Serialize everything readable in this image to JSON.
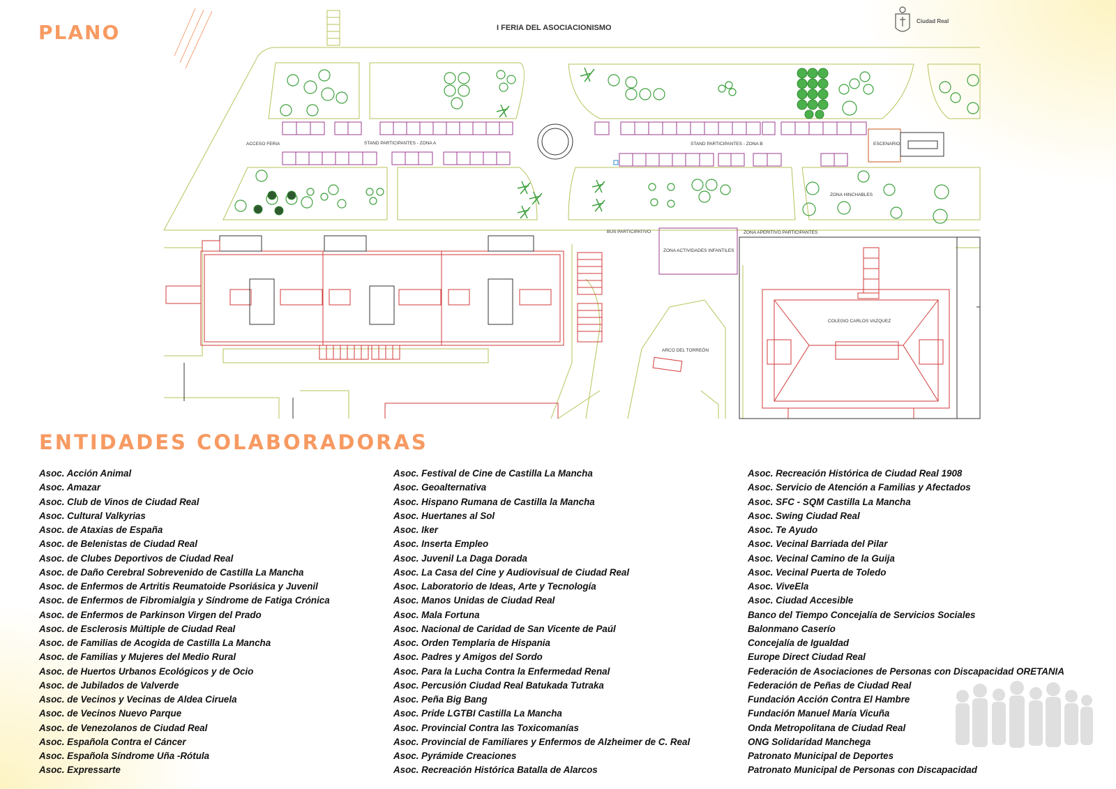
{
  "plano_heading": "PLANO",
  "entidades_heading": "ENTIDADES COLABORADORAS",
  "map": {
    "title": "I FERIA DEL ASOCIACIONISMO",
    "logo_text": "Ciudad Real",
    "logo_icon": "city-crest-icon",
    "labels": {
      "acceso_feria": "ACCESO FERIA",
      "stand_zona_a": "STAND PARTICIPANTES - ZONA A",
      "stand_zona_b": "STAND PARTICIPANTES - ZONA B",
      "escenario": "ESCENARIO",
      "zona_hinchables": "ZONA HINCHABLES",
      "bus_participativo": "BUS PARTICIPATIVO",
      "zona_aperitivo": "ZONA APERITIVO PARTICIPANTES",
      "zona_actividades": "ZONA ACTIVIDADES INFANTILES",
      "colegio": "COLEGIO CARLOS VAZQUEZ",
      "arco_torreon": "ARCO DEL TORREÓN"
    }
  },
  "colors": {
    "accent": "#f79a62",
    "stand": "#9b3b8f",
    "building": "#d23a3a",
    "street": "#b8c25a",
    "tree": "#3ca03c"
  },
  "entidades": {
    "col1": [
      "Asoc. Acción Animal",
      "Asoc. Amazar",
      "Asoc. Club de Vinos de Ciudad Real",
      "Asoc. Cultural Valkyrias",
      "Asoc. de Ataxias de España",
      "Asoc. de Belenistas de Ciudad Real",
      "Asoc. de Clubes Deportivos de Ciudad Real",
      "Asoc. de Daño Cerebral Sobrevenido de Castilla La Mancha",
      "Asoc. de Enfermos de Artritis Reumatoide Psoriásica y Juvenil",
      "Asoc. de Enfermos de Fibromialgia y Síndrome de Fatiga Crónica",
      "Asoc. de Enfermos de Parkinson Virgen del Prado",
      "Asoc. de Esclerosis Múltiple de Ciudad Real",
      "Asoc. de Familias de Acogida de Castilla La Mancha",
      "Asoc. de Familias y Mujeres del Medio Rural",
      "Asoc. de Huertos Urbanos Ecológicos y de Ocio",
      "Asoc. de Jubilados de Valverde",
      "Asoc. de Vecinos y Vecinas de Aldea Ciruela",
      "Asoc. de Vecinos Nuevo Parque",
      "Asoc. de Venezolanos de Ciudad Real",
      "Asoc. Española Contra el Cáncer",
      "Asoc. Española Síndrome Uña -Rótula",
      "Asoc. Expressarte"
    ],
    "col2": [
      "Asoc. Festival de Cine de Castilla La Mancha",
      "Asoc. Geoalternativa",
      "Asoc. Hispano Rumana de Castilla la Mancha",
      "Asoc. Huertanes al Sol",
      "Asoc. Iker",
      "Asoc. Inserta Empleo",
      "Asoc. Juvenil La Daga Dorada",
      "Asoc. La Casa del Cine y Audiovisual de Ciudad Real",
      "Asoc. Laboratorio de Ideas, Arte y Tecnología",
      "Asoc. Manos Unidas de Ciudad Real",
      "Asoc. Mala Fortuna",
      "Asoc. Nacional de Caridad de San Vicente de Paúl",
      "Asoc. Orden Templaria de Hispania",
      "Asoc. Padres y Amigos del Sordo",
      "Asoc. Para la Lucha Contra la Enfermedad Renal",
      "Asoc. Percusión Ciudad Real Batukada Tutraka",
      "Asoc. Peña Big Bang",
      "Asoc. Pride LGTBI Castilla La Mancha",
      "Asoc. Provincial Contra las Toxicomanías",
      "Asoc. Provincial de Familiares y Enfermos de Alzheimer de C. Real",
      "Asoc. Pyrámide Creaciones",
      "Asoc. Recreación Histórica Batalla de Alarcos"
    ],
    "col3": [
      "Asoc. Recreación Histórica de Ciudad Real 1908",
      "Asoc. Servicio de Atención a Familias y Afectados",
      "Asoc. SFC - SQM Castilla La Mancha",
      "Asoc. Swing Ciudad Real",
      "Asoc. Te Ayudo",
      "Asoc. Vecinal Barriada del Pilar",
      "Asoc. Vecinal Camino de la Guija",
      "Asoc. Vecinal Puerta de Toledo",
      "Asoc. ViveEla",
      "Asoc. Ciudad Accesible",
      "Banco del Tiempo Concejalía de Servicios Sociales",
      "Balonmano Caserío",
      "Concejalía de Igualdad",
      "Europe Direct Ciudad Real",
      "Federación de Asociaciones de Personas con Discapacidad ORETANIA",
      "Federación de Peñas de Ciudad Real",
      "Fundación Acción Contra El Hambre",
      "Fundación Manuel María Vicuña",
      "Onda Metropolitana de Ciudad Real",
      "ONG Solidaridad Manchega",
      "Patronato Municipal de Deportes",
      "Patronato Municipal de Personas con Discapacidad"
    ]
  },
  "decor": {
    "people_icon": "people-silhouette-icon"
  }
}
